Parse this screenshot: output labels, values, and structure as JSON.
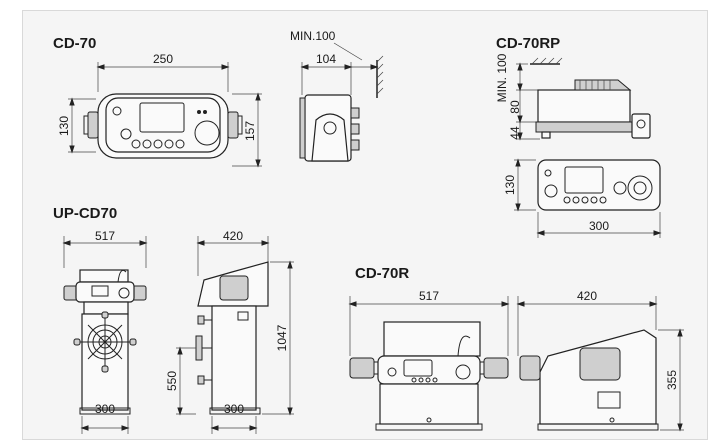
{
  "models": {
    "cd70": {
      "title": "CD-70",
      "width_dim": "250",
      "height_dim": "130",
      "depth_height_dim": "157",
      "side_depth_dim": "104",
      "clearance_dim": "MIN.100"
    },
    "cd70rp": {
      "title": "CD-70RP",
      "clearance_dim": "MIN. 100",
      "mid_dim": "80",
      "base_dim": "44",
      "front_height_dim": "130",
      "width_dim": "300"
    },
    "upcd70": {
      "title": "UP-CD70",
      "front_width_dim": "517",
      "side_depth_dim": "420",
      "total_height_dim": "1047",
      "wheel_height_dim": "550",
      "front_base_dim": "300",
      "side_base_dim": "300"
    },
    "cd70r": {
      "title": "CD-70R",
      "front_width_dim": "517",
      "side_depth_dim": "420",
      "height_dim": "355"
    }
  }
}
